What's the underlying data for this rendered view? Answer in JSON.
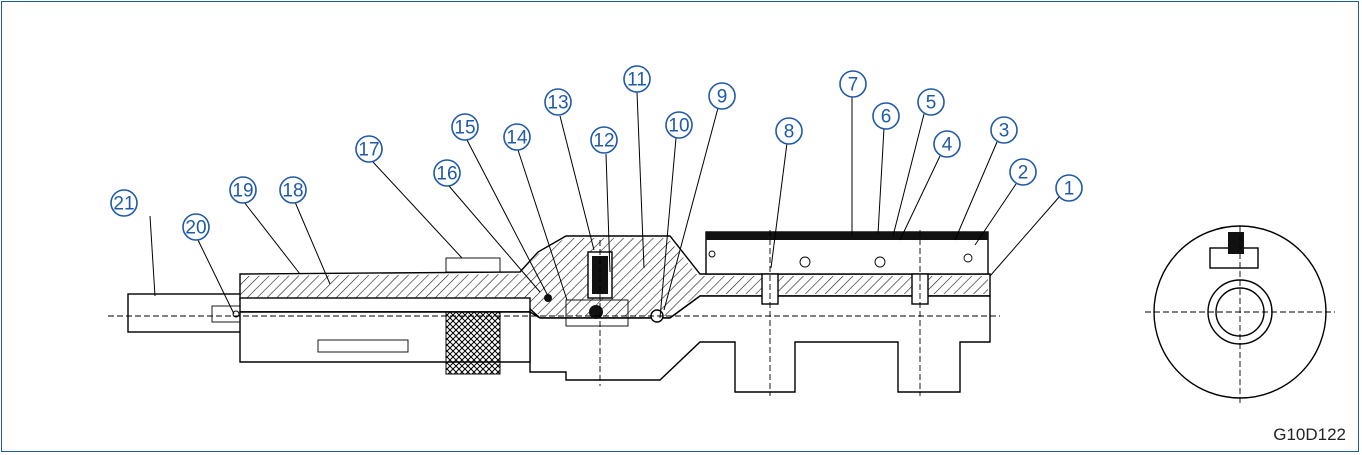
{
  "figure_code": "G10D122",
  "callouts": [
    "1",
    "2",
    "3",
    "4",
    "5",
    "6",
    "7",
    "8",
    "9",
    "10",
    "11",
    "12",
    "13",
    "14",
    "15",
    "16",
    "17",
    "18",
    "19",
    "20",
    "21"
  ],
  "colors": {
    "frame": "#1f5aa8",
    "callout": "#1f5aa8",
    "line": "#000000"
  }
}
